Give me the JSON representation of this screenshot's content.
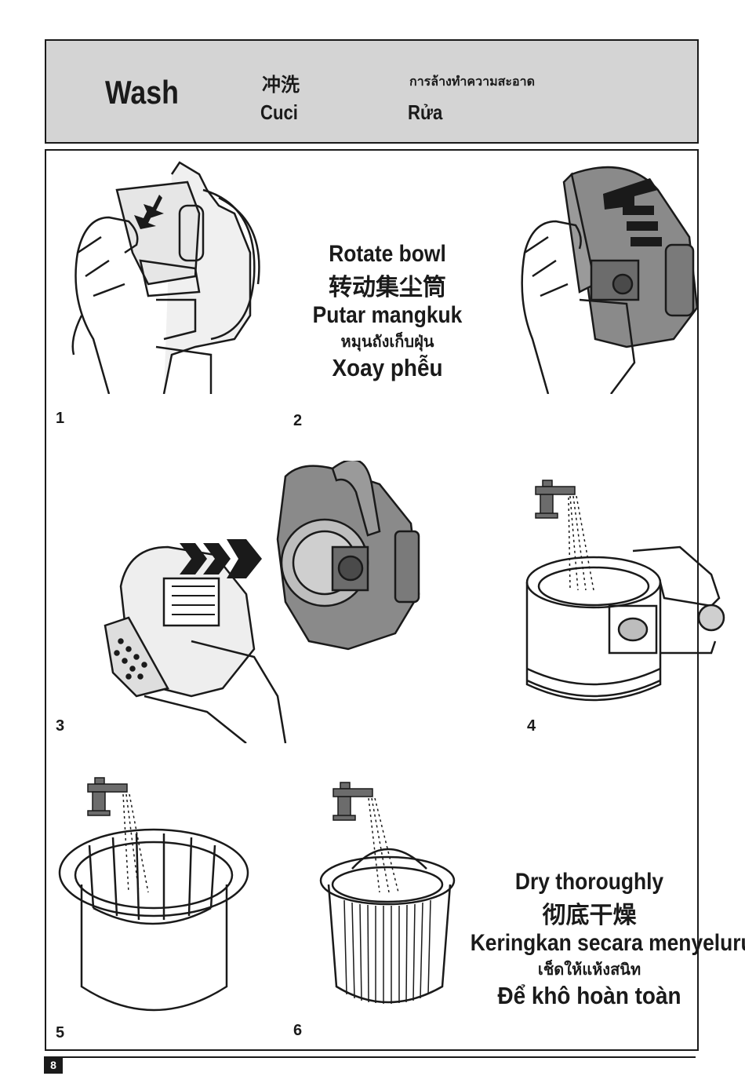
{
  "header": {
    "title_en": "Wash",
    "title_zh": "冲洗",
    "title_id": "Cuci",
    "title_th": "การล้างทำความสะอาด",
    "title_vi": "Rửa"
  },
  "steps": [
    {
      "number": "1"
    },
    {
      "number": "2"
    },
    {
      "number": "3"
    },
    {
      "number": "4"
    },
    {
      "number": "5"
    },
    {
      "number": "6"
    }
  ],
  "caption_rotate": {
    "en": "Rotate bowl",
    "zh": "转动集尘筒",
    "id": "Putar mangkuk",
    "th": "หมุนถังเก็บฝุ่น",
    "vi": "Xoay phễu"
  },
  "caption_dry": {
    "en": "Dry thoroughly",
    "zh": "彻底干燥",
    "id": "Keringkan secara menyeluruh",
    "th": "เช็ดให้แห้งสนิท",
    "vi": "Để khô hoàn toàn"
  },
  "page_number": "8",
  "colors": {
    "header_bg": "#d4d4d4",
    "ink": "#1a1a1a",
    "bowl_grey": "#8a8a8a"
  }
}
